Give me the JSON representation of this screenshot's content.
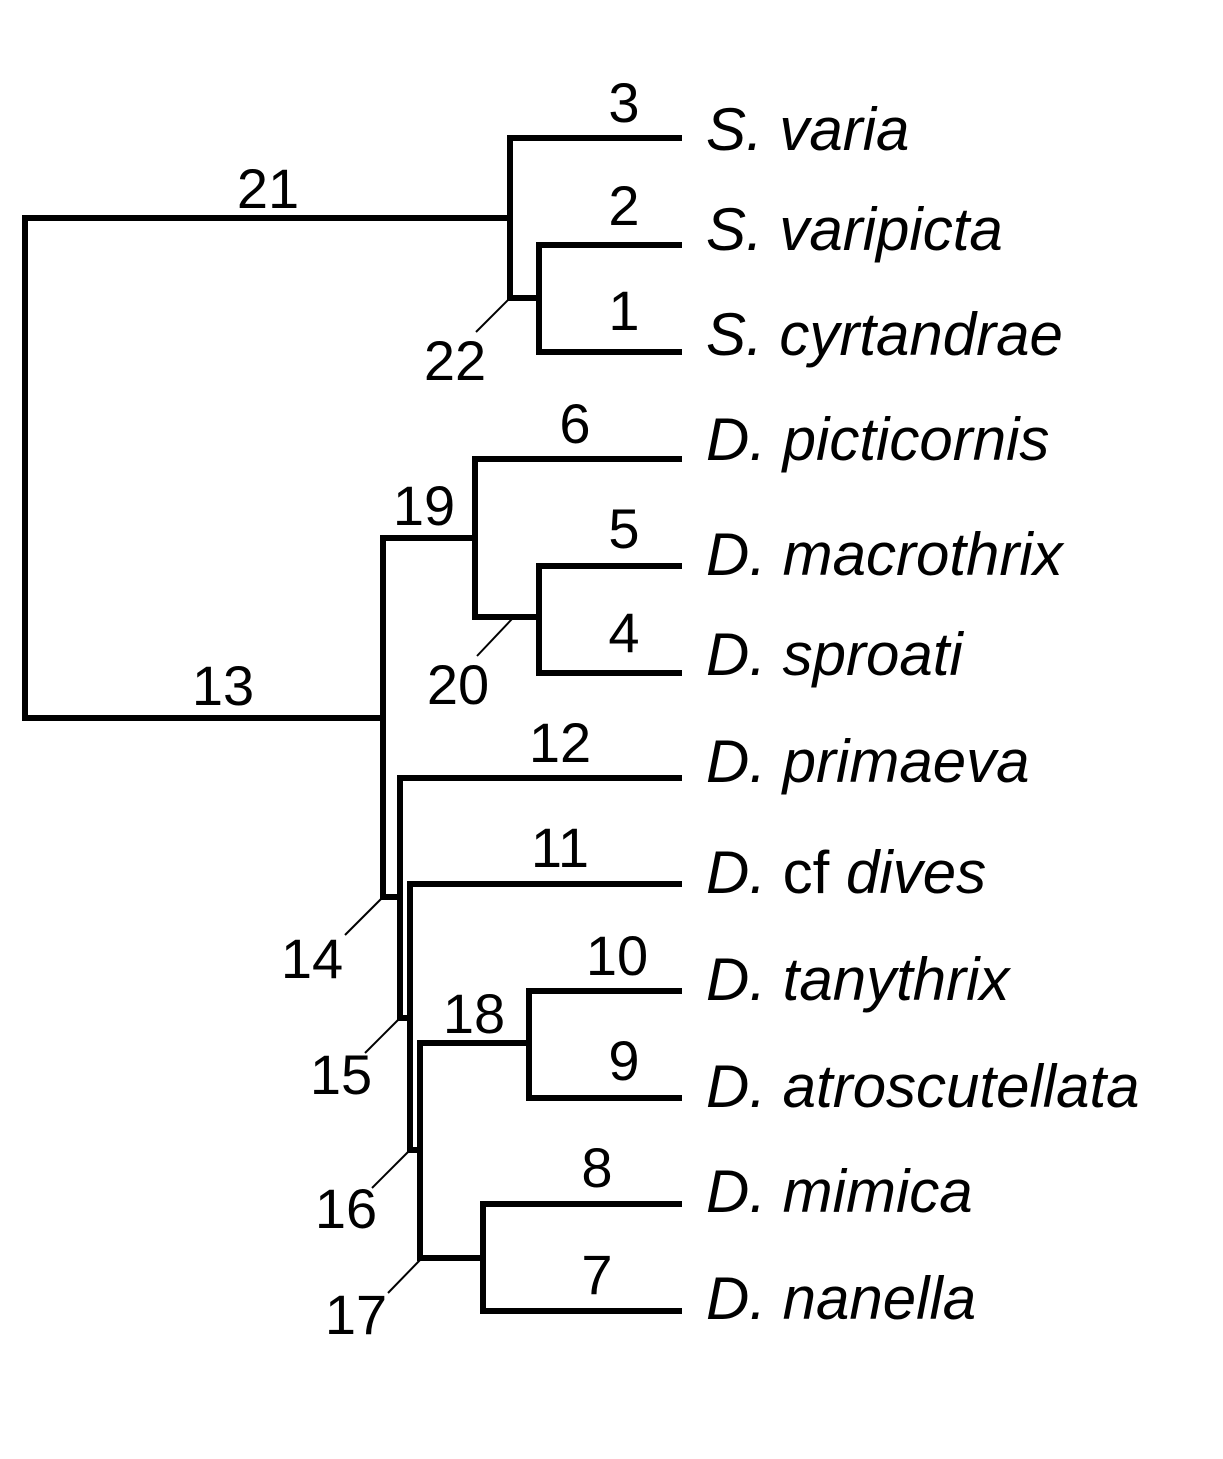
{
  "tree": {
    "taxa": [
      {
        "genus": "S.",
        "species": "varia",
        "qualifier": "",
        "branch_number": "3"
      },
      {
        "genus": "S.",
        "species": "varipicta",
        "qualifier": "",
        "branch_number": "2"
      },
      {
        "genus": "S.",
        "species": "cyrtandrae",
        "qualifier": "",
        "branch_number": "1"
      },
      {
        "genus": "D.",
        "species": "picticornis",
        "qualifier": "",
        "branch_number": "6"
      },
      {
        "genus": "D.",
        "species": "macrothrix",
        "qualifier": "",
        "branch_number": "5"
      },
      {
        "genus": "D.",
        "species": "sproati",
        "qualifier": "",
        "branch_number": "4"
      },
      {
        "genus": "D.",
        "species": "primaeva",
        "qualifier": "",
        "branch_number": "12"
      },
      {
        "genus": "D.",
        "species": "dives",
        "qualifier": "cf",
        "branch_number": "11"
      },
      {
        "genus": "D.",
        "species": "tanythrix",
        "qualifier": "",
        "branch_number": "10"
      },
      {
        "genus": "D.",
        "species": "atroscutellata",
        "qualifier": "",
        "branch_number": "9"
      },
      {
        "genus": "D.",
        "species": "mimica",
        "qualifier": "",
        "branch_number": "8"
      },
      {
        "genus": "D.",
        "species": "nanella",
        "qualifier": "",
        "branch_number": "7"
      }
    ],
    "internal_branches": {
      "b21": "21",
      "b22": "22",
      "b13": "13",
      "b19": "19",
      "b20": "20",
      "b14": "14",
      "b15": "15",
      "b16": "16",
      "b17": "17",
      "b18": "18"
    }
  }
}
